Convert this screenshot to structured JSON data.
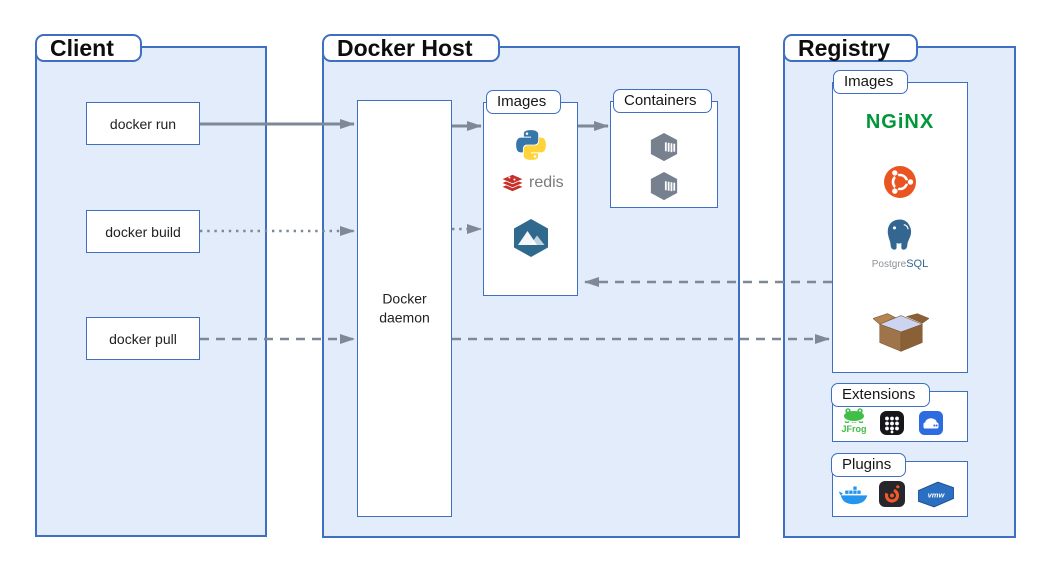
{
  "colors": {
    "border": "#3e6fc1",
    "container_fill": "#e2ecfa",
    "box_fill": "#ffffff",
    "arrow": "#7d8995",
    "title_text": "#0d0d0d",
    "python_blue": "#3776ab",
    "python_yellow": "#ffd43b",
    "redis_red": "#c6302b",
    "redis_text": "#7a7a7a",
    "alpine_blue": "#2f6a8e",
    "container_gray": "#76808f",
    "nginx_green": "#009639",
    "ubuntu_orange": "#e95420",
    "postgres_blue": "#336791",
    "postgres_text_gray": "#8d9399",
    "box_brown": "#a0744a",
    "box_brown_dark": "#8a6036",
    "box_flap": "#b5854f",
    "box_inside": "#ccd4f0",
    "jfrog_green": "#40be46",
    "ext_black": "#17171b",
    "ext_blue": "#2d6ce0",
    "docker_blue": "#2496ed",
    "grafana_bg": "#26262c",
    "grafana_orange": "#f05a28",
    "vmware_blue": "#2b6fc0"
  },
  "client": {
    "title": "Client",
    "commands": [
      {
        "label": "docker run"
      },
      {
        "label": "docker build"
      },
      {
        "label": "docker pull"
      }
    ]
  },
  "host": {
    "title": "Docker Host",
    "daemon_label": "Docker daemon",
    "images": {
      "title": "Images",
      "redis_label": "redis",
      "icons": [
        "python-icon",
        "redis-icon",
        "alpine-icon"
      ]
    },
    "containers": {
      "title": "Containers",
      "icons": [
        "container-icon",
        "container-icon"
      ]
    }
  },
  "registry": {
    "title": "Registry",
    "images": {
      "title": "Images",
      "nginx_label": "NGiNX",
      "postgres_label_1": "Postgre",
      "postgres_label_2": "SQL",
      "icons": [
        "nginx-wordmark",
        "ubuntu-icon",
        "postgresql-icon",
        "busybox-icon"
      ]
    },
    "extensions": {
      "title": "Extensions",
      "jfrog_label": "JFrog",
      "icons": [
        "jfrog-icon",
        "grid-dots-icon",
        "drive-icon"
      ]
    },
    "plugins": {
      "title": "Plugins",
      "vmware_label": "vmw",
      "icons": [
        "docker-whale-icon",
        "grafana-icon",
        "vmware-icon"
      ]
    }
  },
  "arrows": [
    {
      "from": "docker run",
      "to": "Docker daemon",
      "style": "solid"
    },
    {
      "from": "docker build",
      "to": "Docker daemon",
      "style": "dotted"
    },
    {
      "from": "docker pull",
      "to": "Docker daemon",
      "style": "dashed"
    },
    {
      "from": "Docker daemon",
      "to": "Images (host)",
      "style": "solid"
    },
    {
      "from": "Docker daemon",
      "to": "Images (host)",
      "style": "dotted"
    },
    {
      "from": "Images (host)",
      "to": "Containers",
      "style": "solid"
    },
    {
      "from": "Docker daemon",
      "to": "Images (registry)",
      "style": "dashed"
    },
    {
      "from": "Images (registry)",
      "to": "Images (host)",
      "style": "dashed"
    }
  ]
}
